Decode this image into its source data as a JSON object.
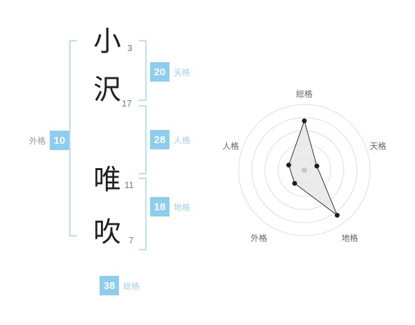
{
  "name_display": {
    "characters": [
      {
        "char": "小",
        "strokes": "3"
      },
      {
        "char": "沢",
        "strokes": "17"
      },
      {
        "char": "唯",
        "strokes": "11"
      },
      {
        "char": "吹",
        "strokes": "7"
      }
    ]
  },
  "kaku": {
    "tenkaku": {
      "label": "天格",
      "value": "20"
    },
    "jinkaku": {
      "label": "人格",
      "value": "28"
    },
    "chikaku": {
      "label": "地格",
      "value": "18"
    },
    "gaikaku": {
      "label": "外格",
      "value": "10"
    },
    "soukaku": {
      "label": "総格",
      "value": "38"
    }
  },
  "colors": {
    "badge_blue": "#8bcef0",
    "label_blue": "#9cd3f1",
    "gaikaku_label_gray": "#999999",
    "bracket_blue": "#b9e2f7",
    "ring_gray": "#dddddd",
    "polygon_fill": "#e3e3e3",
    "polygon_stroke": "#2f2f2f",
    "point_black": "#1f1f1f",
    "center_dot_gray": "#c8c8c8",
    "axis_label_gray": "#666666"
  },
  "chart_data": {
    "type": "radar",
    "categories": [
      "総格",
      "天格",
      "地格",
      "外格",
      "人格"
    ],
    "values": [
      75,
      20,
      85,
      25,
      25
    ],
    "max": 100,
    "rings": 5,
    "start_angle_deg": -90,
    "direction": "clockwise",
    "legend": false,
    "note": "values estimated from data-point positions against the 5 concentric gridline rings"
  }
}
